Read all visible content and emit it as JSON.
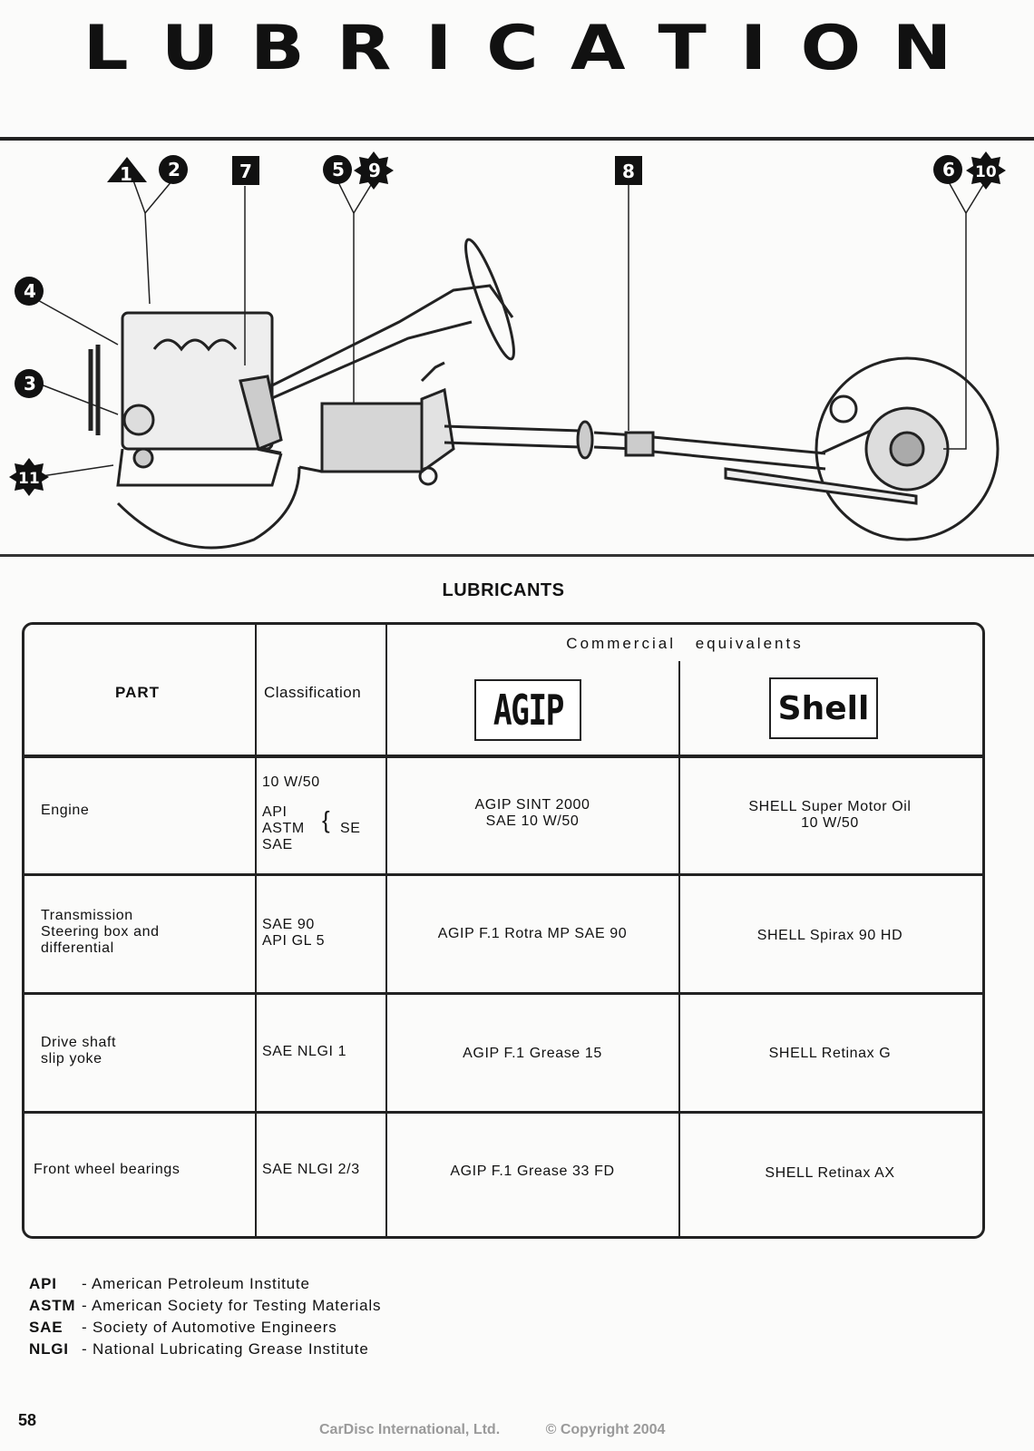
{
  "page": {
    "title": "LUBRICATION",
    "page_number": "58",
    "footer_company": "CarDisc International, Ltd.",
    "footer_copyright": "© Copyright 2004"
  },
  "diagram": {
    "callouts": [
      "1",
      "2",
      "7",
      "5",
      "9",
      "8",
      "6",
      "10",
      "4",
      "3",
      "11"
    ]
  },
  "lubricants": {
    "heading": "LUBRICANTS",
    "headers": {
      "part": "PART",
      "classification": "Classification",
      "commercial": "Commercial equivalents",
      "agip_logo": "AGIP",
      "shell_logo": "Shell"
    },
    "rows": [
      {
        "part": "Engine",
        "class_top": "10 W/50",
        "class_lines": [
          "API",
          "ASTM",
          "SAE"
        ],
        "class_brace": "SE",
        "agip": [
          "AGIP SINT 2000",
          "SAE 10 W/50"
        ],
        "shell": [
          "SHELL Super Motor Oil",
          "10 W/50"
        ]
      },
      {
        "part": [
          "Transmission",
          "Steering box and",
          "differential"
        ],
        "class": [
          "SAE 90",
          "API GL 5"
        ],
        "agip": "AGIP F.1 Rotra MP SAE 90",
        "shell": "SHELL Spirax 90 HD"
      },
      {
        "part": [
          "Drive shaft",
          "slip yoke"
        ],
        "class": "SAE NLGI 1",
        "agip": "AGIP F.1 Grease 15",
        "shell": "SHELL Retinax G"
      },
      {
        "part": "Front wheel bearings",
        "class": "SAE NLGI 2/3",
        "agip": "AGIP F.1 Grease 33 FD",
        "shell": "SHELL Retinax AX"
      }
    ]
  },
  "legend": [
    {
      "abbr": "API",
      "text": "- American Petroleum Institute"
    },
    {
      "abbr": "ASTM",
      "text": "- American Society for Testing Materials"
    },
    {
      "abbr": "SAE",
      "text": "- Society of Automotive Engineers"
    },
    {
      "abbr": "NLGI",
      "text": "- National Lubricating Grease Institute"
    }
  ]
}
